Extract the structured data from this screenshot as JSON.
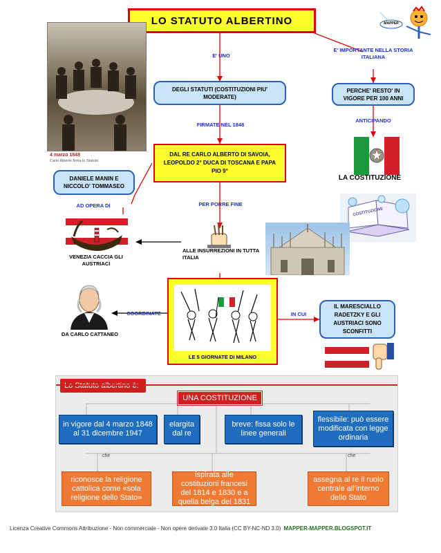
{
  "title": "LO STATUTO ALBERTINO",
  "photo_caption": {
    "date": "4 marzo 1848",
    "text": "Carlo Alberto firma lo Statuto"
  },
  "mapper_logo": "MAPPER",
  "links": {
    "e_uno": "E' UNO",
    "e_importante": "E' IMPORTANTE NELLA STORIA ITALIANA",
    "firmate": "FIRMATE NEL 1848",
    "anticipando": "ANTICIPANDO",
    "ad_opera": "AD OPERA DI",
    "per_porre": "PER PORRE FINE",
    "coordinate": "COORDINATE",
    "in_cui": "IN CUI"
  },
  "nodes": {
    "statuti": "DEGLI STATUTI (COSTITUZIONI PIU' MODERATE)",
    "perche": "PERCHE' RESTO' IN VIGORE PER 100 ANNI",
    "firmatari": "DAL RE CARLO ALBERTO DI SAVOIA, LEOPOLDO 2° DUCA DI TOSCANA E PAPA PIO 9°",
    "manin": "DANIELE MANIN E NICCOLO' TOMMASEO",
    "maresciallo": "IL MARESCIALLO RADETZKY E GLI AUSTRIACI SONO SCONFITTI"
  },
  "captions": {
    "costituzione": "LA COSTITUZIONE",
    "venezia": "VENEZIA CACCIA GLI AUSTRIACI",
    "insurrezioni": "ALLE INSURREZIONI IN TUTTA ITALIA",
    "cattaneo": "DA CARLO CATTANEO",
    "cinque_giornate": "LE 5 GIORNATE DI MILANO",
    "costituzione_book": "COSTITUZIONE"
  },
  "summary": {
    "header": "Lo Statuto albertino è:",
    "center": "UNA COSTITUZIONE",
    "che_left": "che",
    "che_right": "che",
    "blue": [
      "in vigore dal 4 marzo 1848 al 31 dicembre 1947",
      "elargita dal re",
      "breve: fissa solo le linee generali",
      "flessibile: può essere modificata con legge ordinaria"
    ],
    "orange": [
      "riconosce la religione cattolica come «sola religione dello Stato»",
      "ispirata alle costituzioni francesi del 1814 e 1830 e a quella belga del 1831",
      "assegna al re il ruolo centrale all'interno dello Stato"
    ]
  },
  "footer": {
    "license": "Licenza Creative Commons Attribuzione - Non commerciale - Non opere derivate 3.0 Italia (CC BY-NC-ND 3.0)",
    "site": "MAPPER-MAPPER.BLOGSPOT.IT"
  },
  "colors": {
    "blue_box": "#c9e3f7",
    "yellow_box": "#ffff2e",
    "link_text": "#1a2fd0",
    "banner_red": "#d01f1f",
    "card_blue": "#1f6dbf",
    "card_orange": "#f07a33"
  }
}
